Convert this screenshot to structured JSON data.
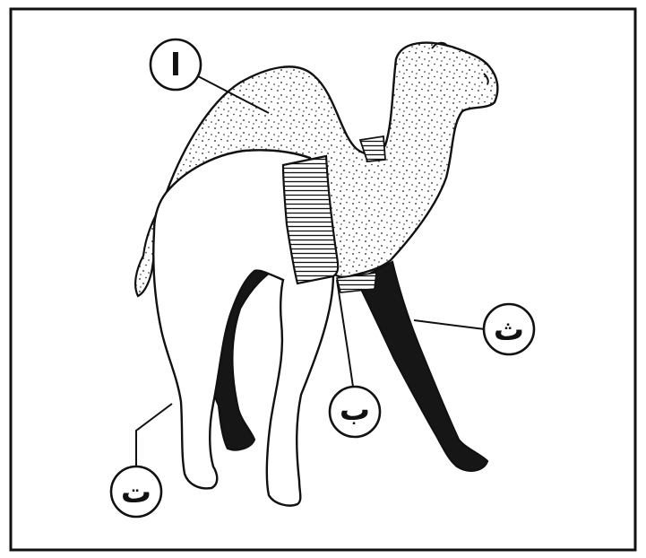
{
  "labels": {
    "alef": "ا",
    "beh": "ب",
    "teh": "ت",
    "theh": "ث"
  },
  "colors": {
    "ink": "#111111",
    "background": "#ffffff",
    "stipple": "#1a1a1a"
  },
  "icons": {
    "main": "camel-illustration"
  }
}
